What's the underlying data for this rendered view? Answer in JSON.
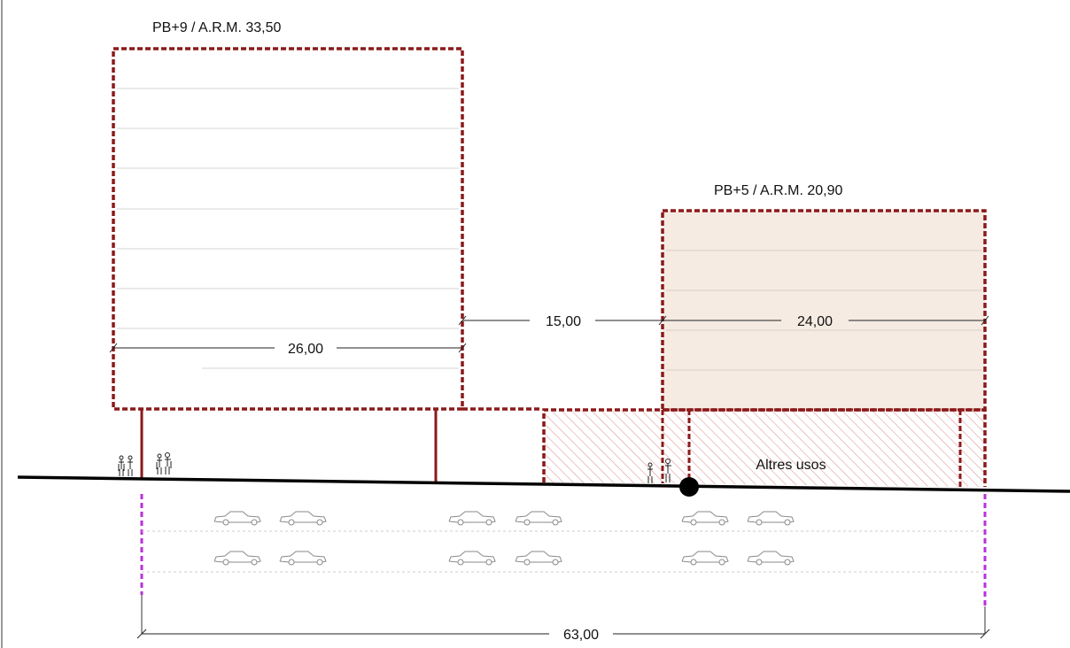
{
  "towers": [
    {
      "label": "PB+9 / A.R.M. 33,50",
      "width_label": "26,00"
    },
    {
      "label": "PB+5 / A.R.M. 20,90",
      "width_label": "24,00"
    }
  ],
  "gap_label": "15,00",
  "total_label": "63,00",
  "ground_use_label": "Altres usos",
  "colors": {
    "outline": "#8b1a1a",
    "fill_tower_b": "#f6ebe2",
    "hatch": "#d98a86",
    "underground_limit": "#b832d8",
    "ground": "#000000",
    "car": "#8a8a8a"
  }
}
